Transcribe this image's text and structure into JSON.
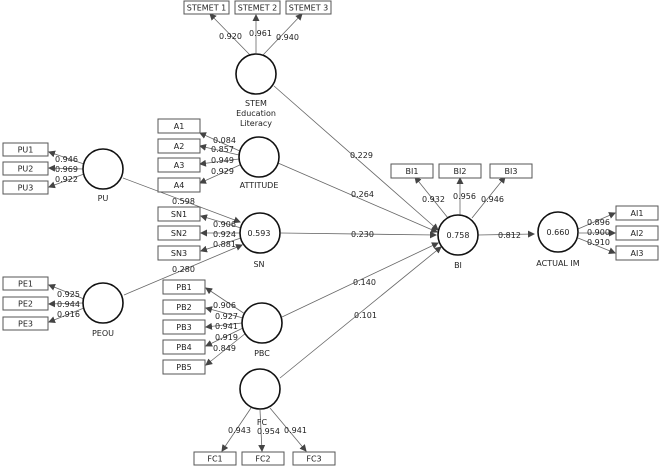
{
  "indicators": {
    "stem1": "STEMET 1",
    "stem2": "STEMET 2",
    "stem3": "STEMET 3",
    "a1": "A1",
    "a2": "A2",
    "a3": "A3",
    "a4": "A4",
    "pu1": "PU1",
    "pu2": "PU2",
    "pu3": "PU3",
    "sn1": "SN1",
    "sn2": "SN2",
    "sn3": "SN3",
    "pe1": "PE1",
    "pe2": "PE2",
    "pe3": "PE3",
    "pb1": "PB1",
    "pb2": "PB2",
    "pb3": "PB3",
    "pb4": "PB4",
    "pb5": "PB5",
    "bi1": "BI1",
    "bi2": "BI2",
    "bi3": "BI3",
    "ai1": "AI1",
    "ai2": "AI2",
    "ai3": "AI3",
    "fc1": "FC1",
    "fc2": "FC2",
    "fc3": "FC3"
  },
  "constructs": {
    "stem_line1": "STEM",
    "stem_line2": "Education",
    "stem_line3": "Literacy",
    "attitude": "ATTITUDE",
    "pu": "PU",
    "sn": "SN",
    "peou": "PEOU",
    "pbc": "PBC",
    "fc": "FC",
    "bi": "BI",
    "actual": "ACTUAL IM"
  },
  "r_squared": {
    "sn": "0.593",
    "bi": "0.758",
    "actual": "0.660"
  },
  "loadings": {
    "stem1": "0.920",
    "stem2": "0.961",
    "stem3": "0.940",
    "a1": "0.084",
    "a2": "0.857",
    "a3": "0.949",
    "a4": "0.929",
    "pu1": "0.946",
    "pu2": "0.969",
    "pu3": "0.922",
    "sn1": "0.906",
    "sn2": "0.924",
    "sn3": "0.881",
    "pe1": "0.925",
    "pe2": "0.944",
    "pe3": "0.916",
    "pb1": "0.906",
    "pb2": "0.927",
    "pb3": "0.941",
    "pb4": "0.919",
    "pb5": "0.849",
    "bi1": "0.932",
    "bi2": "0.956",
    "bi3": "0.946",
    "ai1": "0.896",
    "ai2": "0.900",
    "ai3": "0.910",
    "fc1": "0.943",
    "fc2": "0.954",
    "fc3": "0.941"
  },
  "paths": {
    "stem_bi": "0.229",
    "attitude_bi": "0.264",
    "pu_sn": "0.598",
    "peou_sn": "0.280",
    "sn_bi": "0.230",
    "pbc_bi": "0.140",
    "fc_bi": "0.101",
    "bi_actual": "0.812"
  }
}
